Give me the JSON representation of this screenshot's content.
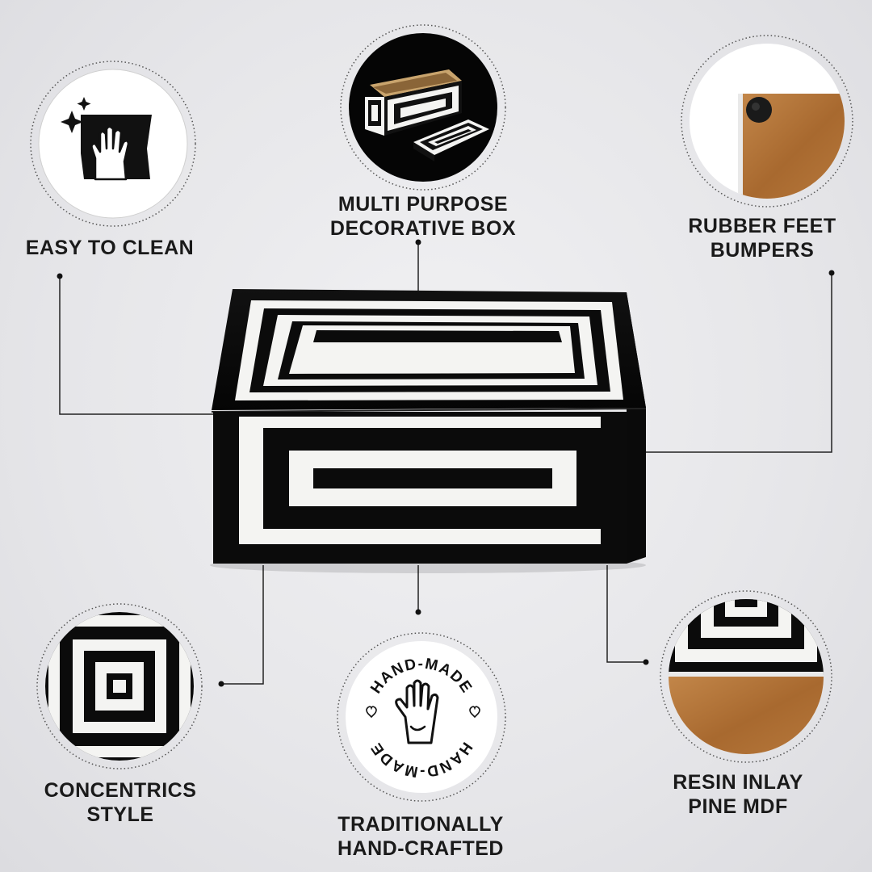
{
  "features": {
    "easy_clean": {
      "label": "EASY TO CLEAN",
      "icon": "cleaning-cloth-icon"
    },
    "multi_purpose": {
      "line1": "MULTI PURPOSE",
      "line2": "DECORATIVE BOX"
    },
    "rubber_feet": {
      "line1": "RUBBER FEET",
      "line2": "BUMPERS"
    },
    "concentrics": {
      "line1": "CONCENTRICS",
      "line2": "STYLE"
    },
    "hand_crafted": {
      "line1": "TRADITIONALLY",
      "line2": "HAND-CRAFTED",
      "stamp_text": "HAND-MADE"
    },
    "resin_inlay": {
      "line1": "RESIN INLAY",
      "line2": "PINE MDF"
    }
  },
  "colors": {
    "box_black": "#0b0b0b",
    "inlay_white": "#f4f4f2",
    "wood": "#b87a3c",
    "leader_line": "#222222",
    "background": "#e6e6e9"
  }
}
